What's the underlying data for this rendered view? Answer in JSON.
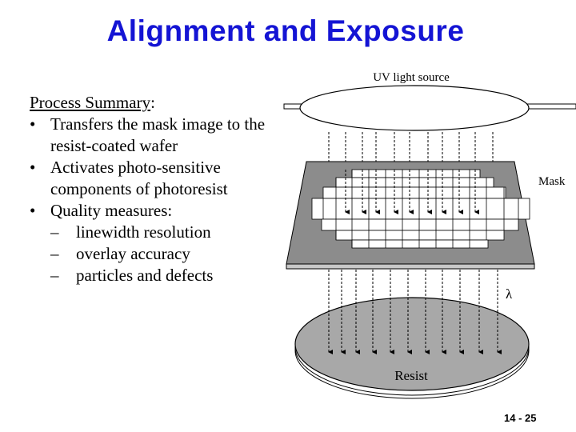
{
  "slide": {
    "title": "Alignment and Exposure",
    "page_number": "14 - 25"
  },
  "summary": {
    "heading": "Process Summary",
    "heading_colon": ":",
    "bullets": [
      "Transfers the mask image to the resist-coated wafer",
      "Activates photo-sensitive components of photoresist",
      "Quality measures:"
    ],
    "sub_bullets": [
      "linewidth resolution",
      "overlay accuracy",
      "particles and defects"
    ]
  },
  "diagram": {
    "uv_label": "UV light source",
    "mask_label": "Mask",
    "lambda_label": "λ",
    "resist_label": "Resist"
  }
}
